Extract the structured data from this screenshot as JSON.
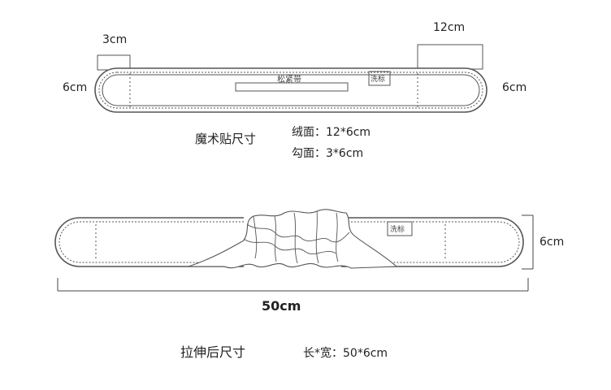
{
  "top_band": {
    "dim_tab_small": "3cm",
    "dim_tab_large": "12cm",
    "dim_height_left": "6cm",
    "dim_height_right": "6cm",
    "center_label": "松紧带",
    "wash_tag": "洗标"
  },
  "velcro_caption": {
    "title": "魔术贴尺寸",
    "line1": "绒面：12*6cm",
    "line2": "勾面：3*6cm"
  },
  "bottom_band": {
    "wash_tag": "洗标",
    "dim_height": "6cm",
    "dim_length": "50cm"
  },
  "stretch_caption": {
    "title": "拉伸后尺寸",
    "size": "长*宽：50*6cm"
  }
}
